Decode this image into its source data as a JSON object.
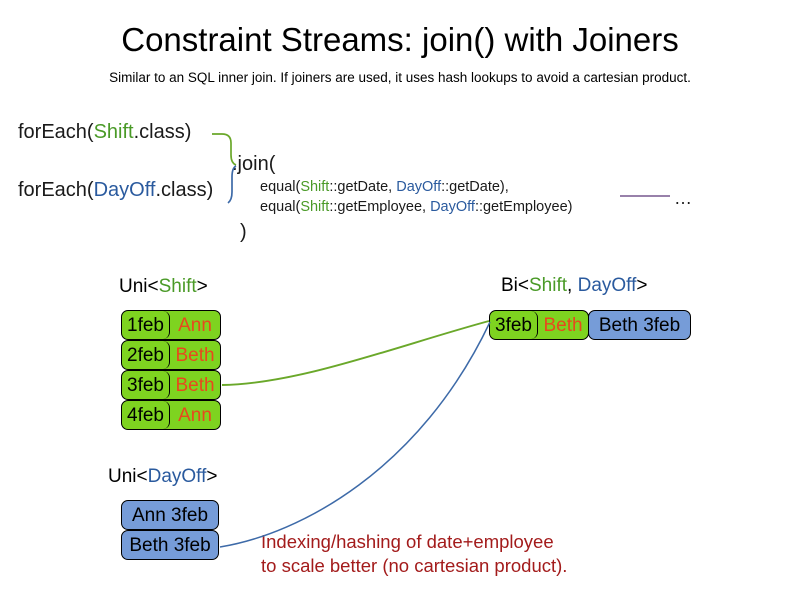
{
  "slide": {
    "title": "Constraint Streams: join() with Joiners",
    "subtitle": "Similar to an SQL inner join. If joiners are used, it uses hash lookups to avoid a cartesian product.",
    "background": "#ffffff"
  },
  "colors": {
    "shift_green": "#7ed320",
    "shift_token": "#4a9a27",
    "dayoff_blue": "#769cd8",
    "dayoff_token": "#2a5a9e",
    "name_orange": "#e8491d",
    "annotation_red": "#a31b1b",
    "connector_green": "#6aa82a",
    "connector_blue": "#3d6aa8",
    "brace_purple": "#8a6f9e",
    "border_black": "#000000"
  },
  "code": {
    "foreach_shift": {
      "prefix": "forEach(",
      "type": "Shift",
      "suffix": ".class)"
    },
    "foreach_dayoff": {
      "prefix": "forEach(",
      "type": "DayOff",
      "suffix": ".class)"
    },
    "join_call": ".join(",
    "close_paren": ")",
    "args": [
      {
        "prefix": "equal(",
        "left_type": "Shift",
        "left_method": "::getDate, ",
        "right_type": "DayOff",
        "right_method": "::getDate),"
      },
      {
        "prefix": "equal(",
        "left_type": "Shift",
        "left_method": "::getEmployee, ",
        "right_type": "DayOff",
        "right_method": "::getEmployee)"
      }
    ],
    "ellipsis": "…"
  },
  "streams": {
    "uni_shift": {
      "label_prefix": "Uni<",
      "label_type": "Shift",
      "label_suffix": ">",
      "columns": [
        "date",
        "employee"
      ],
      "rows": [
        {
          "date": "1feb",
          "employee": "Ann"
        },
        {
          "date": "2feb",
          "employee": "Beth"
        },
        {
          "date": "3feb",
          "employee": "Beth"
        },
        {
          "date": "4feb",
          "employee": "Ann"
        }
      ]
    },
    "uni_dayoff": {
      "label_prefix": "Uni<",
      "label_type": "DayOff",
      "label_suffix": ">",
      "rows": [
        {
          "text": "Ann 3feb"
        },
        {
          "text": "Beth 3feb"
        }
      ]
    },
    "bi_result": {
      "label_prefix": "Bi<",
      "label_type_a": "Shift",
      "label_separator": ", ",
      "label_type_b": "DayOff",
      "label_suffix": ">",
      "shift_date": "3feb",
      "shift_employee": "Beth",
      "dayoff_text": "Beth 3feb"
    }
  },
  "annotation": {
    "line1": "Indexing/hashing of date+employee",
    "line2": "to scale better (no cartesian product)."
  }
}
